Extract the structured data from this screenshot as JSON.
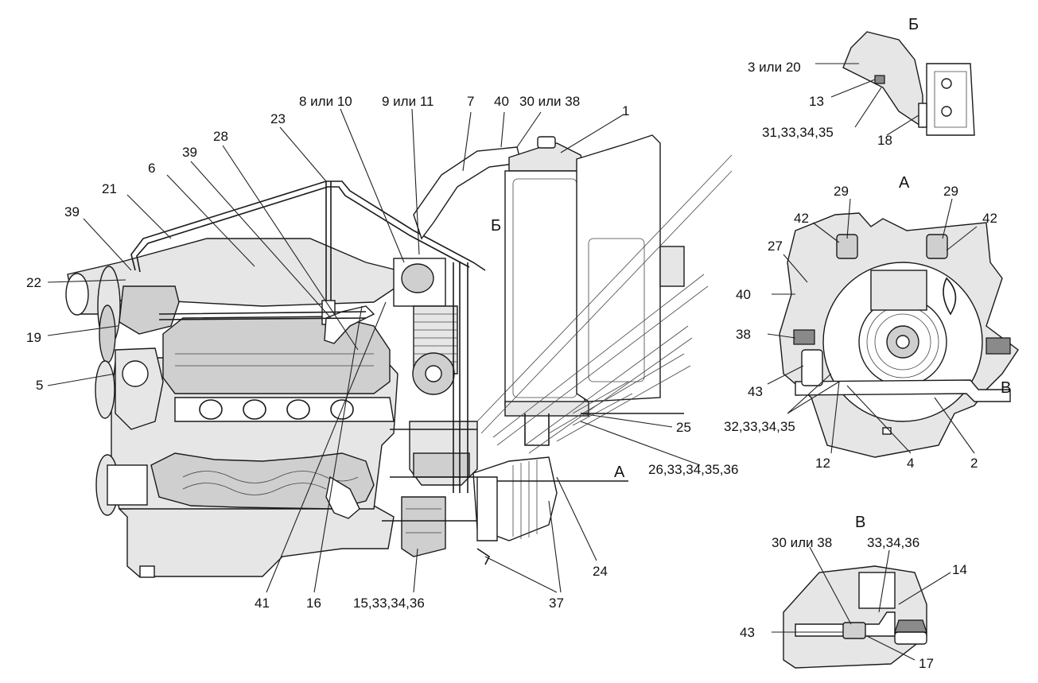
{
  "views": {
    "b": "Б",
    "a": "А",
    "v": "В",
    "b_on_main": "Б",
    "a_on_main": "А",
    "v_on_detail": "В"
  },
  "callouts": {
    "main": {
      "c1": "1",
      "c7": "7",
      "c8_10": "8 или 10",
      "c9_11": "9 или 11",
      "c40": "40",
      "c30_38": "30 или 38",
      "c23": "23",
      "c28": "28",
      "c39a": "39",
      "c6": "6",
      "c21": "21",
      "c39b": "39",
      "c22": "22",
      "c19": "19",
      "c5": "5",
      "c25": "25",
      "c26": "26,33,34,35,36",
      "c24": "24",
      "c37": "37",
      "c15": "15,33,34,36",
      "c16": "16",
      "c41": "41"
    },
    "view_b": {
      "c3_20": "3 или 20",
      "c13": "13",
      "c31": "31,33,34,35",
      "c18": "18"
    },
    "view_a": {
      "c29a": "29",
      "c29b": "29",
      "c42a": "42",
      "c42b": "42",
      "c27": "27",
      "c40": "40",
      "c38": "38",
      "c43": "43",
      "c32": "32,33,34,35",
      "c12": "12",
      "c4": "4",
      "c2": "2"
    },
    "view_v": {
      "c30_38": "30 или 38",
      "c33": "33,34,36",
      "c14": "14",
      "c43": "43",
      "c17": "17"
    }
  }
}
